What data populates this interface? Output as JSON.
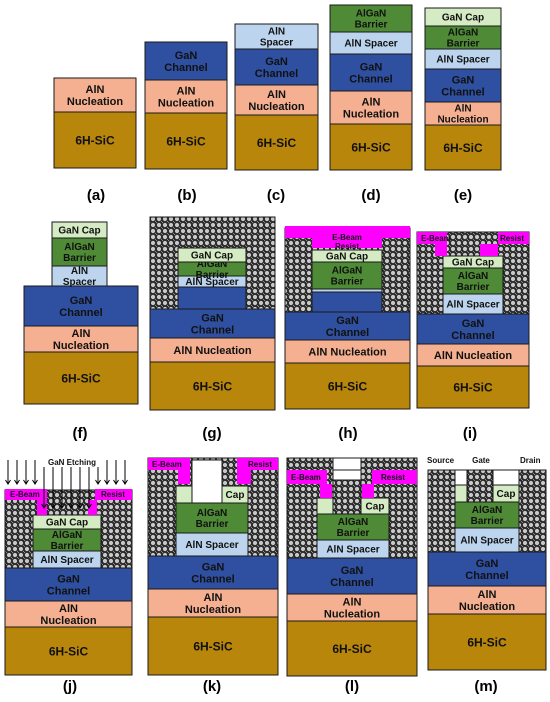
{
  "colors": {
    "substrate": "#b8860b",
    "nucleation": "#f4b090",
    "channel": "#2f4fa0",
    "spacer": "#bcd4ee",
    "barrier": "#4f8a36",
    "cap": "#d4ebc3",
    "resist": "#ff00ff",
    "metal": "#8a8a8a",
    "outline": "#1a1a1a"
  },
  "layer_labels": {
    "substrate": "6H-SiC",
    "nucleation": [
      "AlN",
      "Nucleation"
    ],
    "nucleation_single": "AlN Nucleation",
    "channel": [
      "GaN",
      "Channel"
    ],
    "spacer": [
      "AlN",
      "Spacer"
    ],
    "spacer_single": "AlN Spacer",
    "barrier": [
      "AlGaN",
      "Barrier"
    ],
    "cap": "GaN Cap",
    "cap_short": "Cap"
  },
  "resist_labels": {
    "ebeam": "E-Beam",
    "resist": "Resist",
    "ebeam_resist_h": [
      "E-Beam",
      "Resist"
    ]
  },
  "etch_label": "GaN Etching",
  "contact_labels": {
    "source": "Source",
    "gate": "Gate",
    "drain": "Drain"
  },
  "panel_labels": [
    "(a)",
    "(b)",
    "(c)",
    "(d)",
    "(e)",
    "(f)",
    "(g)",
    "(h)",
    "(i)",
    "(j)",
    "(k)",
    "(l)",
    "(m)"
  ]
}
